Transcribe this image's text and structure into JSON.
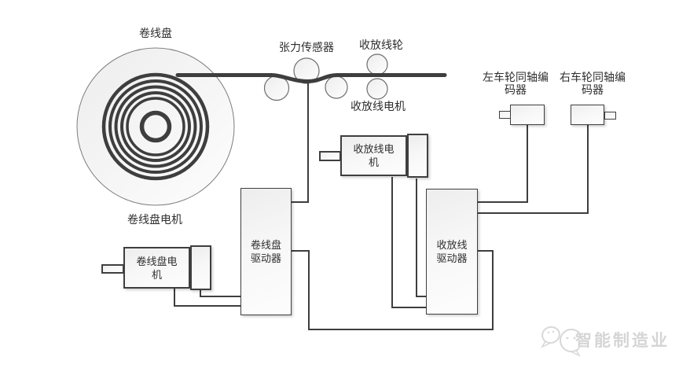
{
  "labels": {
    "reel": "卷线盘",
    "tension_sensor": "张力传感器",
    "takeup_wheel": "收放线轮",
    "takeup_motor_free": "收放线电机",
    "reel_motor_free": "卷线盘电机",
    "left_encoder": {
      "line1": "左车轮同轴编",
      "line2": "码器"
    },
    "right_encoder": {
      "line1": "右车轮同轴编",
      "line2": "码器"
    }
  },
  "boxes": {
    "takeup_motor": {
      "line1": "收放线电",
      "line2": "机"
    },
    "reel_motor": {
      "line1": "卷线盘电",
      "line2": "机"
    },
    "reel_driver": {
      "line1": "卷线盘",
      "line2": "驱动器"
    },
    "takeup_driver": {
      "line1": "收放线",
      "line2": "驱动器"
    }
  },
  "watermark": {
    "text": "智能制造业"
  },
  "colors": {
    "line": "#3e3e3e",
    "box_border": "#3f3f3f",
    "box_fill_light": "#f4f4f4",
    "circle_fill": "#f6f6f6",
    "watermark_gray": "#d5d5d5"
  }
}
